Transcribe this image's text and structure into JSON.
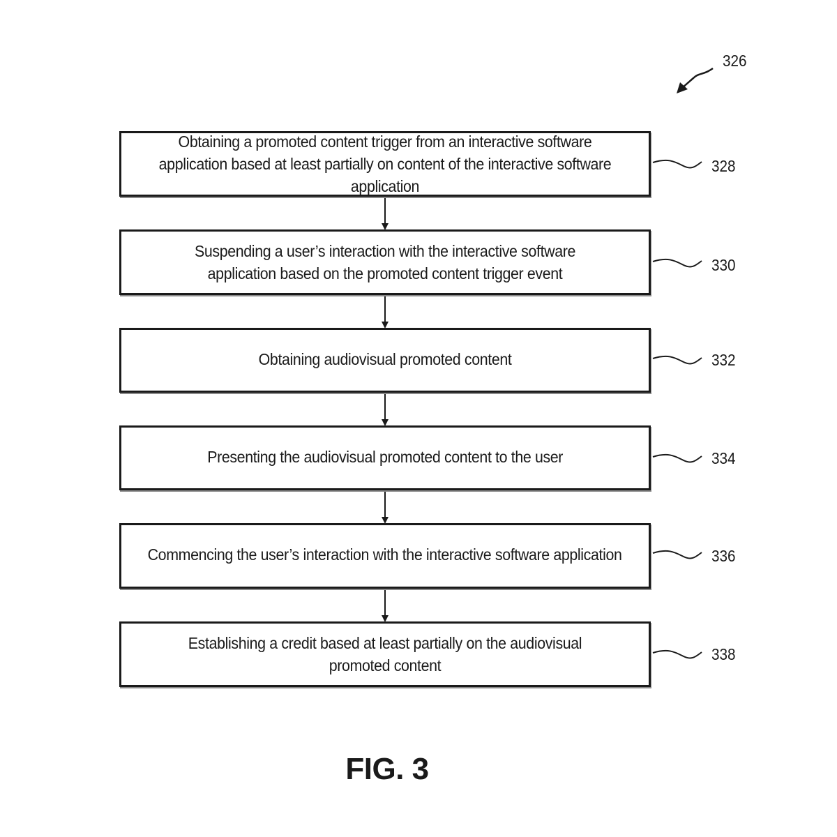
{
  "diagram_ref": "326",
  "figure_label": "FIG. 3",
  "steps": [
    {
      "ref": "328",
      "text": "Obtaining a promoted content trigger from an interactive software application based at least partially on content of the interactive software application"
    },
    {
      "ref": "330",
      "text": "Suspending a user’s interaction with the interactive software application based on the promoted content trigger event"
    },
    {
      "ref": "332",
      "text": "Obtaining audiovisual promoted content"
    },
    {
      "ref": "334",
      "text": "Presenting the audiovisual promoted content to the user"
    },
    {
      "ref": "336",
      "text": "Commencing the user’s interaction with the interactive software application"
    },
    {
      "ref": "338",
      "text": "Establishing a credit based at least partially on the audiovisual promoted content"
    }
  ]
}
